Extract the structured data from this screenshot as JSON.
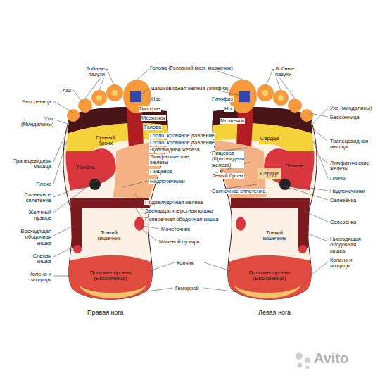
{
  "diagram": {
    "nodes": [
      {
        "text": [
          "Правый бронх"
        ]
      },
      {
        "text": [
          "Печень"
        ]
      },
      {
        "text": [
          "Тонкий кишечник"
        ]
      },
      {
        "text": [
          "Половые органы (Бессонница)"
        ]
      },
      {
        "text": [
          "Сердце"
        ]
      },
      {
        "text": [
          "Сердце"
        ]
      },
      {
        "text": [
          "Печень"
        ]
      },
      {
        "text": [
          "Тонкий кишечник"
        ]
      },
      {
        "text": [
          "Половые органы (Бессонница)"
        ]
      }
    ],
    "labels": [
      "Лобные пазухи",
      "Голова (Головной мозг, мозжечок)",
      "Лобные пазухи",
      "Глаз",
      "Шишковидная железа (эпифиз)",
      "Бессонница",
      "Нос",
      "Гипофиз",
      "Гипофиз",
      "Нос",
      "Ухо (Миндалины)",
      "Ухо (миндалины)",
      "Мозжечок",
      "Мозжечок",
      "Бессонница",
      "Голова",
      "Трапецевидная мышца",
      "Трапецевидная мышца",
      "Горло, кровяное давление",
      "Горло, кровяное давление",
      "Щитовидная железа",
      "Лимфатические железы",
      "Пищевод",
      "Пищевод (Щитовидная железа)",
      "Левый бронх",
      "Лимфатические железы",
      "Плечо",
      "Плечо",
      "Солнечное сплетение",
      "Надпочечники",
      "Надпочечники",
      "Солнечное сплетение",
      "Селезёнка",
      "Поджелудочная железа",
      "Желчный пузырь",
      "Двенадцатиперстная кишка",
      "Поперечная ободочная кишка",
      "Восходящая ободочная кишка",
      "Мочеточник",
      "Селезёнка",
      "Слепая кишка",
      "Нисходящая ободочная кишка",
      "Мочевой пузырь",
      "Колено и ягодицы",
      "Колено и ягодицы",
      "Копчик",
      "Геморрой",
      "Правая нога",
      "Левая нога",
      "Avito"
    ]
  }
}
